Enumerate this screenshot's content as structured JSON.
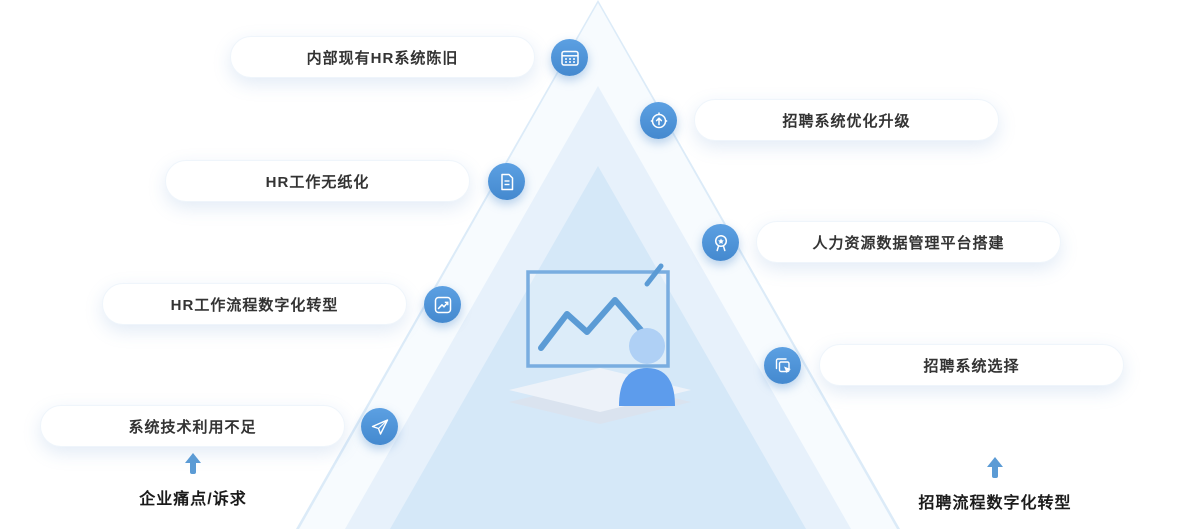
{
  "diagram": {
    "left_items": [
      {
        "label": "内部现有HR系统陈旧",
        "icon": "keyboard-card-icon"
      },
      {
        "label": "HR工作无纸化",
        "icon": "document-icon"
      },
      {
        "label": "HR工作流程数字化转型",
        "icon": "trend-chart-icon"
      },
      {
        "label": "系统技术利用不足",
        "icon": "paper-plane-icon"
      }
    ],
    "right_items": [
      {
        "label": "招聘系统优化升级",
        "icon": "upgrade-circle-icon"
      },
      {
        "label": "人力资源数据管理平台搭建",
        "icon": "medal-icon"
      },
      {
        "label": "招聘系统选择",
        "icon": "select-copy-icon"
      }
    ],
    "footer_left_label": "企业痛点/诉求",
    "footer_right_label": "招聘流程数字化转型",
    "colors": {
      "icon_blue": "#4E95DB",
      "arrow_blue": "#5B9BD5",
      "pyramid_inner": "#D5E8F8",
      "pyramid_mid": "#E7F1FB",
      "pyramid_outer": "#F7FBFE"
    }
  }
}
